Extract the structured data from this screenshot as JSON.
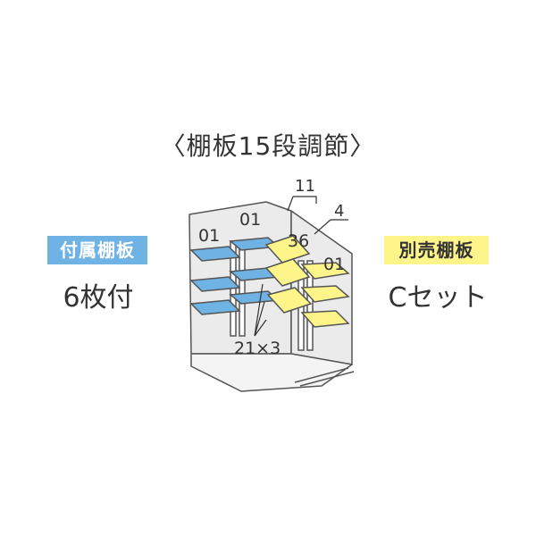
{
  "title": "〈棚板15段調節〉",
  "included_shelves": {
    "badge": "付属棚板",
    "count": "6枚付"
  },
  "sold_separately": {
    "badge": "別売棚板",
    "set": "Cセット"
  },
  "diagram": {
    "labels": {
      "left_top_a": "01",
      "left_top_b": "01",
      "top_11": "11",
      "top_4": "4",
      "corner_36": "36",
      "right_01": "01",
      "bottom_pitch": "21×3"
    },
    "colors": {
      "included_shelf": "#6fb3e5",
      "optional_shelf": "#fdf48a",
      "outline": "#555555",
      "wall": "#ebebeb"
    }
  }
}
